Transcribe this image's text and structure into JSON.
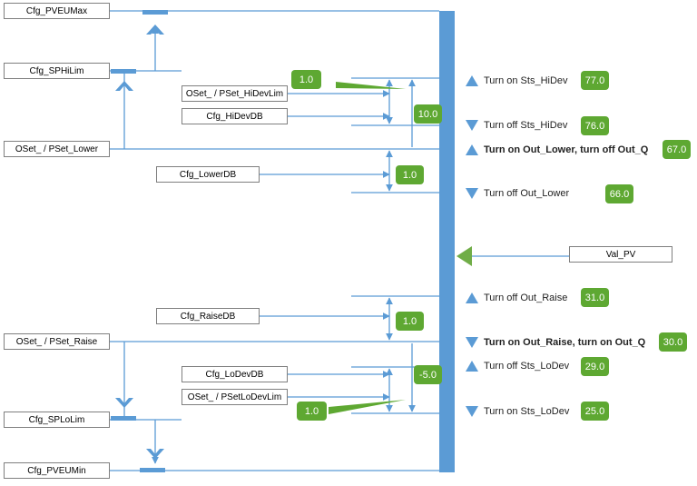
{
  "boxes": {
    "pveu_max": "Cfg_PVEUMax",
    "sphilim": "Cfg_SPHiLim",
    "oset_hidevlim": "OSet_ / PSet_HiDevLim",
    "hidevdb": "Cfg_HiDevDB",
    "oset_lower": "OSet_ / PSet_Lower",
    "lowerdb": "Cfg_LowerDB",
    "val_pv": "Val_PV",
    "raisedb": "Cfg_RaiseDB",
    "oset_raise": "OSet_ / PSet_Raise",
    "lodevdb": "Cfg_LoDevDB",
    "oset_lodevlim": "OSet_ / PSetLoDevLim",
    "splolim": "Cfg_SPLoLim",
    "pveu_min": "Cfg_PVEUMin"
  },
  "badges": {
    "hidev_hyst": "1.0",
    "hidev_lim": "10.0",
    "lower_db": "1.0",
    "raise_db": "1.0",
    "lodev_lim": "-5.0",
    "lodev_hyst": "1.0"
  },
  "states": [
    {
      "direction": "up",
      "label": "Turn on Sts_HiDev",
      "value": "77.0",
      "bold": false
    },
    {
      "direction": "down",
      "label": "Turn off Sts_HiDev",
      "value": "76.0",
      "bold": false
    },
    {
      "direction": "up",
      "label": "Turn on Out_Lower, turn off Out_Q",
      "value": "67.0",
      "bold": true
    },
    {
      "direction": "down",
      "label": "Turn off Out_Lower",
      "value": "66.0",
      "bold": false
    },
    {
      "direction": "up",
      "label": "Turn off Out_Raise",
      "value": "31.0",
      "bold": false
    },
    {
      "direction": "down",
      "label": "Turn on Out_Raise, turn on Out_Q",
      "value": "30.0",
      "bold": true
    },
    {
      "direction": "up",
      "label": "Turn off Sts_LoDev",
      "value": "29.0",
      "bold": false
    },
    {
      "direction": "down",
      "label": "Turn on Sts_LoDev",
      "value": "25.0",
      "bold": false
    }
  ],
  "colors": {
    "line": "#5b9bd5",
    "bar": "#5b9bd5",
    "badge": "#5ea832",
    "pointer": "#70ad47"
  }
}
